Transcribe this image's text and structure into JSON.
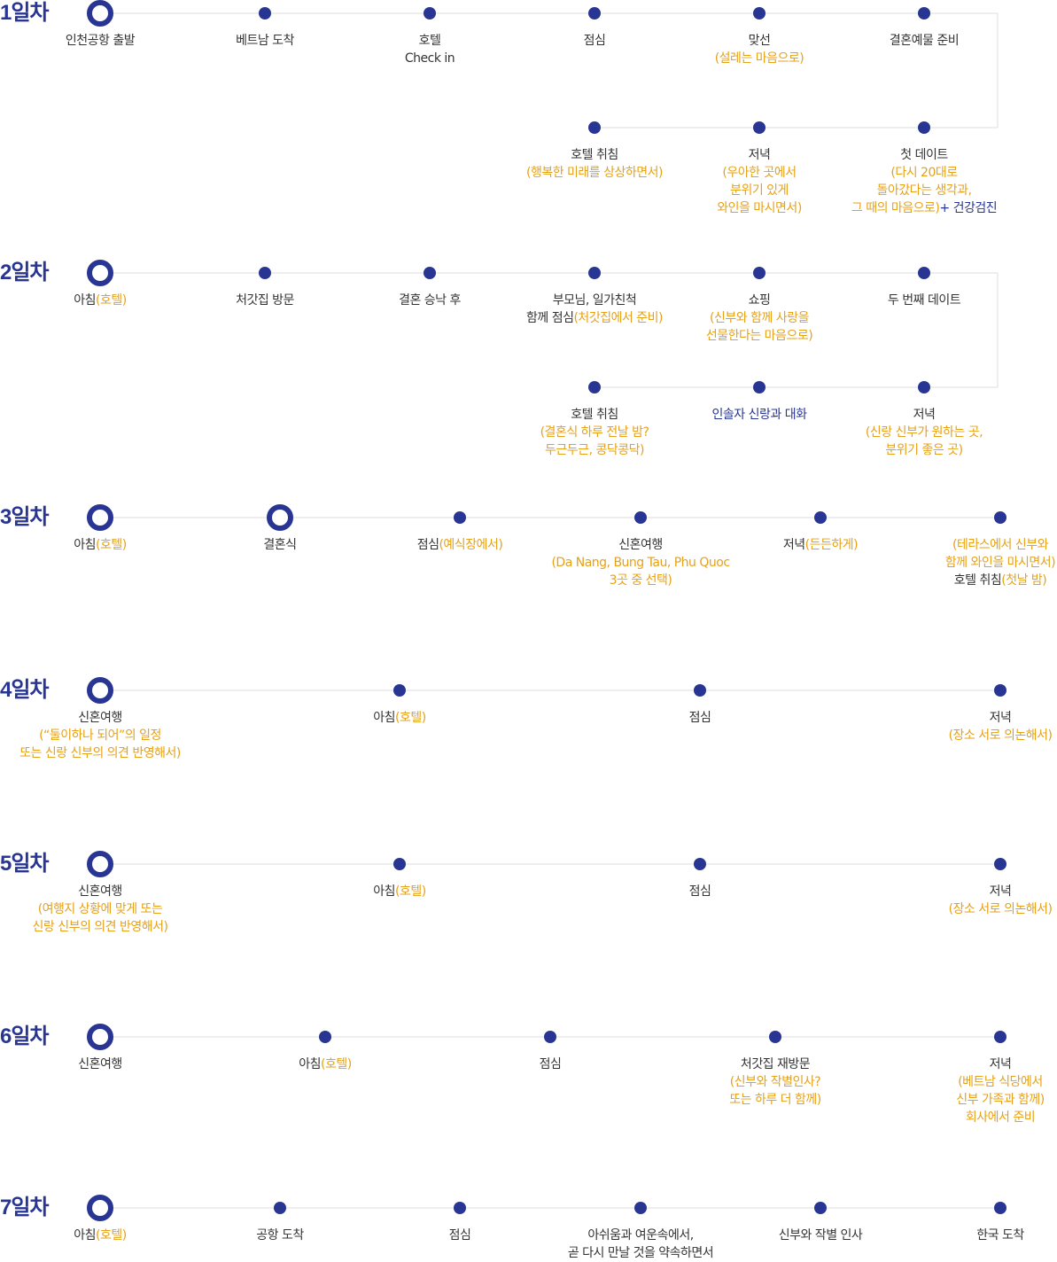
{
  "colors": {
    "primary": "#283593",
    "accent": "#e6a117",
    "text": "#333333",
    "line": "#dddddd"
  },
  "days": [
    {
      "label": "1일차",
      "rows": [
        [
          {
            "marker": "ring",
            "lines": [
              [
                {
                  "t": "인천공항 출발"
                }
              ]
            ]
          },
          {
            "marker": "dot",
            "lines": [
              [
                {
                  "t": "베트남 도착"
                }
              ]
            ]
          },
          {
            "marker": "dot",
            "lines": [
              [
                {
                  "t": "호텔"
                }
              ],
              [
                {
                  "t": "Check in"
                }
              ]
            ]
          },
          {
            "marker": "dot",
            "lines": [
              [
                {
                  "t": "점심"
                }
              ]
            ]
          },
          {
            "marker": "dot",
            "lines": [
              [
                {
                  "t": "맞선"
                }
              ],
              [
                {
                  "t": "(설레는 마음으로)",
                  "c": "o"
                }
              ]
            ]
          },
          {
            "marker": "dot",
            "lines": [
              [
                {
                  "t": "결혼예물 준비"
                }
              ]
            ]
          }
        ],
        [
          {
            "marker": "dot",
            "lines": [
              [
                {
                  "t": "호텔 취침"
                }
              ],
              [
                {
                  "t": "(행복한 미래를 상상하면서)",
                  "c": "o"
                }
              ]
            ]
          },
          {
            "marker": "dot",
            "lines": [
              [
                {
                  "t": "저녁"
                }
              ],
              [
                {
                  "t": "(우아한 곳에서",
                  "c": "o"
                }
              ],
              [
                {
                  "t": "분위기 있게",
                  "c": "o"
                }
              ],
              [
                {
                  "t": "와인을 마시면서)",
                  "c": "o"
                }
              ]
            ]
          },
          {
            "marker": "dot",
            "lines": [
              [
                {
                  "t": "첫 데이트"
                }
              ],
              [
                {
                  "t": "(다시 20대로",
                  "c": "o"
                }
              ],
              [
                {
                  "t": "돌아갔다는 생각과,",
                  "c": "o"
                }
              ],
              [
                {
                  "t": "그 때의 마음으로)",
                  "c": "o"
                },
                {
                  "t": "+ 건강검진",
                  "c": "n"
                }
              ]
            ]
          }
        ]
      ]
    },
    {
      "label": "2일차",
      "rows": [
        [
          {
            "marker": "ring",
            "lines": [
              [
                {
                  "t": "아침"
                },
                {
                  "t": "(호텔)",
                  "c": "o"
                }
              ]
            ]
          },
          {
            "marker": "dot",
            "lines": [
              [
                {
                  "t": "처갓집 방문"
                }
              ]
            ]
          },
          {
            "marker": "dot",
            "lines": [
              [
                {
                  "t": "결혼 승낙 후"
                }
              ]
            ]
          },
          {
            "marker": "dot",
            "lines": [
              [
                {
                  "t": "부모님, 일가친척"
                }
              ],
              [
                {
                  "t": "함께 점심"
                },
                {
                  "t": "(처갓집에서 준비)",
                  "c": "o"
                }
              ]
            ]
          },
          {
            "marker": "dot",
            "lines": [
              [
                {
                  "t": "쇼핑"
                }
              ],
              [
                {
                  "t": "(신부와 함께 사랑을",
                  "c": "o"
                }
              ],
              [
                {
                  "t": "선물한다는 마음으로)",
                  "c": "o"
                }
              ]
            ]
          },
          {
            "marker": "dot",
            "lines": [
              [
                {
                  "t": "두 번째 데이트"
                }
              ]
            ]
          }
        ],
        [
          {
            "marker": "dot",
            "lines": [
              [
                {
                  "t": "호텔 취침"
                }
              ],
              [
                {
                  "t": "(결혼식 하루 전날 밤?",
                  "c": "o"
                }
              ],
              [
                {
                  "t": "두근두근, 콩닥콩닥)",
                  "c": "o"
                }
              ]
            ]
          },
          {
            "marker": "dot",
            "lines": [
              [
                {
                  "t": "인솔자 신랑과 대화",
                  "c": "n"
                }
              ]
            ]
          },
          {
            "marker": "dot",
            "lines": [
              [
                {
                  "t": "저녁"
                }
              ],
              [
                {
                  "t": "(신랑 신부가 원하는 곳,",
                  "c": "o"
                }
              ],
              [
                {
                  "t": "분위기 좋은 곳)",
                  "c": "o"
                }
              ]
            ]
          }
        ]
      ]
    },
    {
      "label": "3일차",
      "rows": [
        [
          {
            "marker": "ring",
            "lines": [
              [
                {
                  "t": "아침"
                },
                {
                  "t": "(호텔)",
                  "c": "o"
                }
              ]
            ]
          },
          {
            "marker": "ring",
            "lines": [
              [
                {
                  "t": "결혼식"
                }
              ]
            ]
          },
          {
            "marker": "dot",
            "lines": [
              [
                {
                  "t": "점심"
                },
                {
                  "t": "(예식장에서)",
                  "c": "o"
                }
              ]
            ]
          },
          {
            "marker": "dot",
            "lines": [
              [
                {
                  "t": "신혼여행"
                }
              ],
              [
                {
                  "t": "(Da Nang, Bung Tau, Phu Quoc",
                  "c": "o"
                }
              ],
              [
                {
                  "t": "3곳 중 선택)",
                  "c": "o"
                }
              ]
            ]
          },
          {
            "marker": "dot",
            "lines": [
              [
                {
                  "t": "저녁"
                },
                {
                  "t": "(든든하게)",
                  "c": "o"
                }
              ]
            ]
          },
          {
            "marker": "dot",
            "lines": [
              [
                {
                  "t": "(테라스에서 신부와",
                  "c": "o"
                }
              ],
              [
                {
                  "t": "함께 와인을 마시면서)",
                  "c": "o"
                }
              ],
              [
                {
                  "t": "호텔 취침"
                },
                {
                  "t": "(첫날 밤)",
                  "c": "o"
                }
              ]
            ]
          }
        ]
      ]
    },
    {
      "label": "4일차",
      "rows": [
        [
          {
            "marker": "ring",
            "lines": [
              [
                {
                  "t": "신혼여행"
                }
              ],
              [
                {
                  "t": "(“둘이하나 되어”의 일정",
                  "c": "o"
                }
              ],
              [
                {
                  "t": "또는 신랑 신부의 의견 반영해서)",
                  "c": "o"
                }
              ]
            ]
          },
          {
            "marker": "dot",
            "lines": [
              [
                {
                  "t": "아침"
                },
                {
                  "t": "(호텔)",
                  "c": "o"
                }
              ]
            ]
          },
          {
            "marker": "dot",
            "lines": [
              [
                {
                  "t": "점심"
                }
              ]
            ]
          },
          {
            "marker": "dot",
            "lines": [
              [
                {
                  "t": "저녁"
                }
              ],
              [
                {
                  "t": "(장소 서로 의논해서)",
                  "c": "o"
                }
              ]
            ]
          }
        ]
      ]
    },
    {
      "label": "5일차",
      "rows": [
        [
          {
            "marker": "ring",
            "lines": [
              [
                {
                  "t": "신혼여행"
                }
              ],
              [
                {
                  "t": "(여행지 상황에 맞게 또는",
                  "c": "o"
                }
              ],
              [
                {
                  "t": "신랑 신부의 의견 반영해서)",
                  "c": "o"
                }
              ]
            ]
          },
          {
            "marker": "dot",
            "lines": [
              [
                {
                  "t": "아침"
                },
                {
                  "t": "(호텔)",
                  "c": "o"
                }
              ]
            ]
          },
          {
            "marker": "dot",
            "lines": [
              [
                {
                  "t": "점심"
                }
              ]
            ]
          },
          {
            "marker": "dot",
            "lines": [
              [
                {
                  "t": "저녁"
                }
              ],
              [
                {
                  "t": "(장소 서로 의논해서)",
                  "c": "o"
                }
              ]
            ]
          }
        ]
      ]
    },
    {
      "label": "6일차",
      "rows": [
        [
          {
            "marker": "ring",
            "lines": [
              [
                {
                  "t": "신혼여행"
                }
              ]
            ]
          },
          {
            "marker": "dot",
            "lines": [
              [
                {
                  "t": "아침"
                },
                {
                  "t": "(호텔)",
                  "c": "o"
                }
              ]
            ]
          },
          {
            "marker": "dot",
            "lines": [
              [
                {
                  "t": "점심"
                }
              ]
            ]
          },
          {
            "marker": "dot",
            "lines": [
              [
                {
                  "t": "처갓집 재방문"
                }
              ],
              [
                {
                  "t": "(신부와 작별인사?",
                  "c": "o"
                }
              ],
              [
                {
                  "t": "또는 하루 더 함께)",
                  "c": "o"
                }
              ]
            ]
          },
          {
            "marker": "dot",
            "lines": [
              [
                {
                  "t": "저녁"
                }
              ],
              [
                {
                  "t": "(베트남 식당에서",
                  "c": "o"
                }
              ],
              [
                {
                  "t": "신부 가족과 함께)",
                  "c": "o"
                }
              ],
              [
                {
                  "t": "회사에서 준비",
                  "c": "o"
                }
              ]
            ]
          }
        ]
      ]
    },
    {
      "label": "7일차",
      "rows": [
        [
          {
            "marker": "ring",
            "lines": [
              [
                {
                  "t": "아침"
                },
                {
                  "t": "(호텔)",
                  "c": "o"
                }
              ]
            ]
          },
          {
            "marker": "dot",
            "lines": [
              [
                {
                  "t": "공항 도착"
                }
              ]
            ]
          },
          {
            "marker": "dot",
            "lines": [
              [
                {
                  "t": "점심"
                }
              ]
            ]
          },
          {
            "marker": "dot",
            "lines": [
              [
                {
                  "t": "아쉬움과 여운속에서,"
                }
              ],
              [
                {
                  "t": "곧 다시 만날 것을 약속하면서"
                }
              ]
            ]
          },
          {
            "marker": "dot",
            "lines": [
              [
                {
                  "t": "신부와 작별 인사"
                }
              ]
            ]
          },
          {
            "marker": "dot",
            "lines": [
              [
                {
                  "t": "한국 도착"
                }
              ]
            ]
          }
        ]
      ]
    }
  ]
}
